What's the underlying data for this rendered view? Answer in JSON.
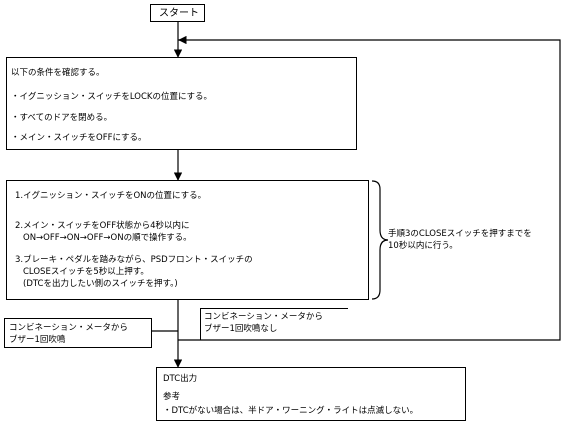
{
  "start": {
    "label": "スタート"
  },
  "conditions": {
    "heading": "以下の条件を確認する。",
    "items": [
      "・イグニッション・スイッチをLOCKの位置にする。",
      "・すべてのドアを閉める。",
      "・メイン・スイッチをOFFにする。"
    ]
  },
  "procedure": {
    "steps": [
      "1.イグニッション・スイッチをONの位置にする。",
      "2.メイン・スイッチをOFF状態から4秒以内に",
      "ON→OFF→ON→OFF→ONの順で操作する。",
      "3.ブレーキ・ペダルを踏みながら、PSDフロント・スイッチの",
      "CLOSEスイッチを5秒以上押す。",
      "(DTCを出力したい側のスイッチを押す。)"
    ]
  },
  "bracket_note": {
    "lines": [
      "手順3のCLOSEスイッチを押すまでを",
      "10秒以内に行う。"
    ]
  },
  "buzzer_once": {
    "lines": [
      "コンビネーション・メータから",
      "ブザー1回吹鳴"
    ]
  },
  "buzzer_none": {
    "lines": [
      "コンビネーション・メータから",
      "ブザー1回吹鳴なし"
    ]
  },
  "output": {
    "title": "DTC出力",
    "ref_label": "参考",
    "ref_text": "・DTCがない場合は、半ドア・ワーニング・ライトは点滅しない。"
  }
}
